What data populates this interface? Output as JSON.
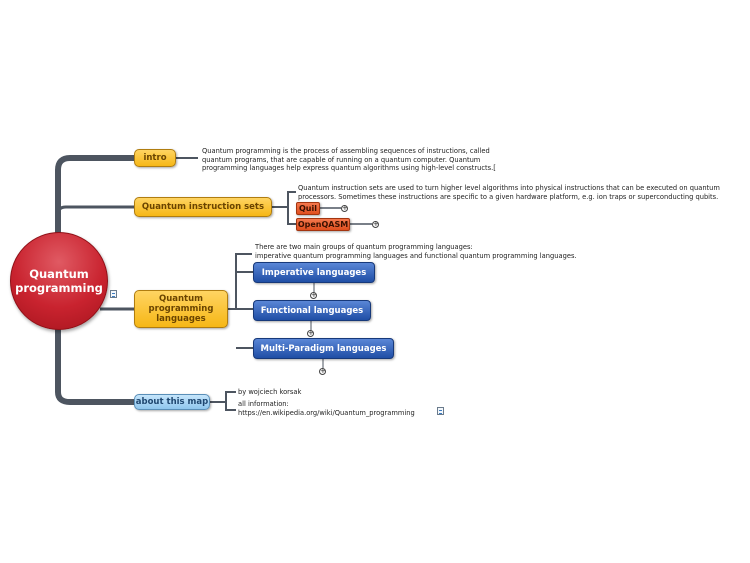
{
  "central": {
    "label": "Quantum\nprogramming"
  },
  "topics": {
    "intro": {
      "label": "intro",
      "note": "Quantum programming is the process of assembling sequences of instructions, called\nquantum programs, that are capable of running on a quantum computer. Quantum\nprogramming languages help express quantum algorithms using high-level constructs.["
    },
    "instruction_sets": {
      "label": "Quantum instruction sets",
      "note": "Quantum instruction sets are used to turn higher level algorithms into physical instructions that can be executed on quantum\nprocessors. Sometimes these instructions are specific to a given hardware platform, e.g. ion traps or superconducting qubits.",
      "children": [
        "Quil",
        "OpenQASM"
      ]
    },
    "languages": {
      "label": "Quantum\nprogramming\nlanguages",
      "note": "There are two main groups of quantum programming languages:\nimperative quantum programming languages and functional quantum programming languages.",
      "children": [
        "Imperative languages",
        "Functional languages",
        "Multi-Paradigm languages"
      ]
    },
    "about": {
      "label": "about this map",
      "author": "by wojciech korsak",
      "info": "all information:\nhttps://en.wikipedia.org/wiki/Quantum_programming"
    }
  },
  "icons": {
    "expand": "plus-circle-icon",
    "note": "note-icon"
  },
  "colors": {
    "central": "#c9232f",
    "topic_orange": "#f6b716",
    "topic_lightblue": "#8fc6ee",
    "subtopic_darkblue": "#1f4ea5",
    "subtopic_red": "#e04f1f",
    "connector": "#4d5560"
  }
}
